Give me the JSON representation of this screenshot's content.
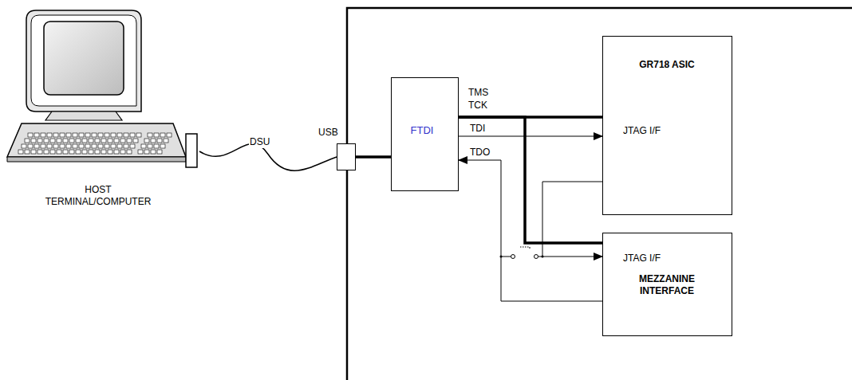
{
  "diagram": {
    "nodes": [
      {
        "text": [
          "HOST TERMINAL/COMPUTER"
        ]
      },
      {
        "text": [
          "USB"
        ]
      },
      {
        "text": [
          "FTDI"
        ]
      },
      {
        "text": [
          "GR718 ASIC",
          "JTAG I/F"
        ]
      },
      {
        "text": [
          "JTAG I/F",
          "MEZZANINE INTERFACE"
        ]
      }
    ],
    "edges": [
      {
        "from": 0,
        "to": 1,
        "label": "DSU",
        "arrow": "none"
      },
      {
        "from": 1,
        "to": 2,
        "arrow": "none"
      },
      {
        "from": 2,
        "to": 3,
        "label": "TMS TCK",
        "arrow": "none"
      },
      {
        "from": 2,
        "to": 4,
        "arrow": "none"
      },
      {
        "from": 2,
        "to": 3,
        "label": "TDI",
        "arrow": "to"
      },
      {
        "from": 4,
        "to": 2,
        "label": "TDO",
        "arrow": "to"
      },
      {
        "from": 3,
        "to": 4,
        "arrow": "to"
      }
    ]
  }
}
